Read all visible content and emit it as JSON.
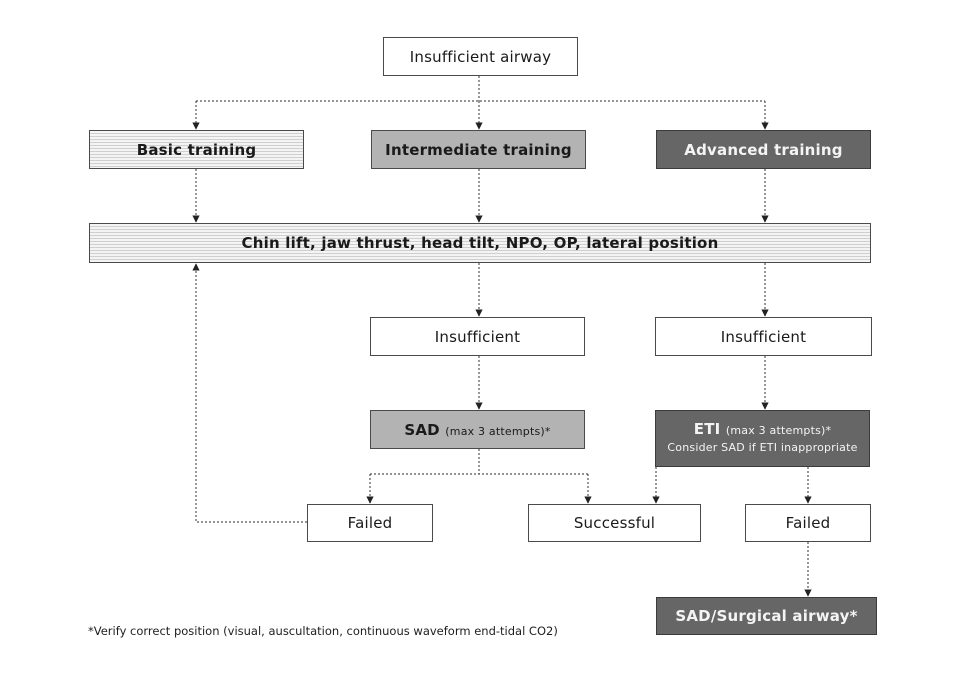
{
  "diagram": {
    "start": "Insufficient airway",
    "training": {
      "basic": "Basic training",
      "intermediate": "Intermediate training",
      "advanced": "Advanced training"
    },
    "basic_measures": "Chin lift, jaw thrust, head tilt, NPO, OP, lateral position",
    "left_branch": {
      "insufficient": "Insufficient",
      "sad": "SAD",
      "sad_note": "(max 3 attempts)*"
    },
    "right_branch": {
      "insufficient": "Insufficient",
      "eti": "ETI",
      "eti_note": "(max 3 attempts)*",
      "eti_consider": "Consider SAD if ETI inappropriate"
    },
    "outcomes": {
      "failed_left": "Failed",
      "successful": "Successful",
      "failed_right": "Failed",
      "surgical": "SAD/Surgical airway*"
    },
    "footnote": "*Verify correct position (visual, auscultation, continuous waveform end-tidal CO2)"
  }
}
